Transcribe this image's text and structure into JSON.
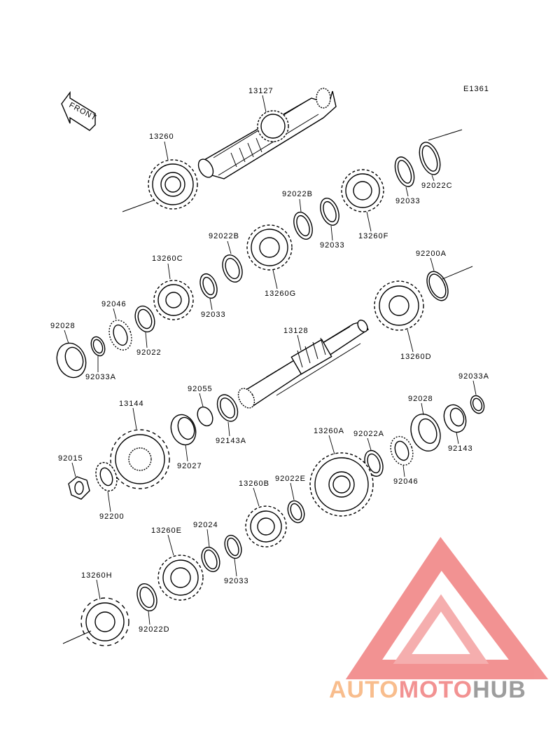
{
  "diagram": {
    "code": "E1361",
    "front_label": "FRONT",
    "parts": [
      {
        "id": "13127"
      },
      {
        "id": "13260"
      },
      {
        "id": "92022B_top"
      },
      {
        "id": "92022C"
      },
      {
        "id": "92033_top"
      },
      {
        "id": "13260F"
      },
      {
        "id": "92033_mid"
      },
      {
        "id": "92022B_mid"
      },
      {
        "id": "13260G"
      },
      {
        "id": "13260C"
      },
      {
        "id": "92033_low"
      },
      {
        "id": "92046_top"
      },
      {
        "id": "92022"
      },
      {
        "id": "92028_top"
      },
      {
        "id": "92033A_top"
      },
      {
        "id": "92200A"
      },
      {
        "id": "13260D"
      },
      {
        "id": "13128"
      },
      {
        "id": "92055"
      },
      {
        "id": "13144"
      },
      {
        "id": "92027"
      },
      {
        "id": "92143A"
      },
      {
        "id": "92033A_right"
      },
      {
        "id": "92028_right"
      },
      {
        "id": "92143"
      },
      {
        "id": "13260A"
      },
      {
        "id": "92022A"
      },
      {
        "id": "92046_right"
      },
      {
        "id": "92015"
      },
      {
        "id": "92200"
      },
      {
        "id": "92022E"
      },
      {
        "id": "13260B"
      },
      {
        "id": "92024"
      },
      {
        "id": "13260E"
      },
      {
        "id": "92033_bottom"
      },
      {
        "id": "13260H"
      },
      {
        "id": "92022D"
      }
    ],
    "labels": {
      "l13127": "13127",
      "l13260": "13260",
      "l92022B_1": "92022B",
      "l92022C": "92022C",
      "l92033_1": "92033",
      "l13260F": "13260F",
      "l92033_2": "92033",
      "l92022B_2": "92022B",
      "l13260G": "13260G",
      "l13260C": "13260C",
      "l92033_3": "92033",
      "l92046_1": "92046",
      "l92022": "92022",
      "l92028_1": "92028",
      "l92033A_1": "92033A",
      "l92200A": "92200A",
      "l13260D": "13260D",
      "l13128": "13128",
      "l92055": "92055",
      "l13144": "13144",
      "l92027": "92027",
      "l92143A": "92143A",
      "l92033A_2": "92033A",
      "l92028_2": "92028",
      "l92143": "92143",
      "l13260A": "13260A",
      "l92022A": "92022A",
      "l92046_2": "92046",
      "l92015": "92015",
      "l92200": "92200",
      "l92022E": "92022E",
      "l13260B": "13260B",
      "l92024": "92024",
      "l13260E": "13260E",
      "l92033_4": "92033",
      "l13260H": "13260H",
      "l92022D": "92022D"
    }
  },
  "watermark": {
    "part1": "AUTO",
    "part2": "MOTO",
    "part3": "HUB",
    "color_orange": "#f7b27a",
    "color_red": "#f08080",
    "color_grey": "#8c8c8c"
  }
}
